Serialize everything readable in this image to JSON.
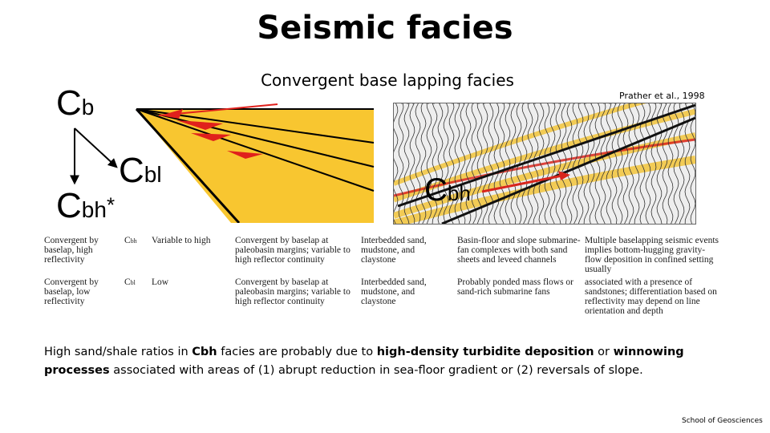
{
  "slide": {
    "title": "Seismic facies",
    "subtitle": "Convergent base lapping facies",
    "citation": "Prather et al., 1998",
    "footer": "School of Geosciences"
  },
  "diagram": {
    "cb_main": "C",
    "cb_sub": "b",
    "cbl_main": "C",
    "cbl_sub": "bl",
    "cbh_main": "C",
    "cbh_sub": "bh",
    "cbh_mark": "*",
    "seismic_label_main": "C",
    "seismic_label_sub": "bh"
  },
  "table": {
    "rows": [
      {
        "facies": "Convergent by baselap, high reflectivity",
        "code": "Cbh",
        "code_main": "C",
        "code_sub": "bh",
        "reflectivity": "Variable to high",
        "geometry": "Convergent by baselap at paleobasin margins; variable to high reflector continuity",
        "lithology": "Interbedded sand, mudstone, and claystone",
        "environment": "Basin-floor and slope submarine-fan complexes with both sand sheets and leveed channels",
        "interpretation": "Multiple baselapping seismic events implies bottom-hugging gravity-flow deposition in confined setting usually"
      },
      {
        "facies": "Convergent by baselap, low reflectivity",
        "code": "Cbl",
        "code_main": "C",
        "code_sub": "bl",
        "reflectivity": "Low",
        "geometry": "Convergent by baselap at paleobasin margins; variable to high reflector continuity",
        "lithology": "Interbedded sand, mudstone, and claystone",
        "environment": "Probably ponded mass flows or sand-rich submarine fans",
        "interpretation": "associated with a presence of sandstones; differentiation based on reflectivity may depend on line orientation and depth"
      }
    ]
  },
  "body": {
    "p1": "High sand/shale ratios in ",
    "p2": "Cbh",
    "p3": " facies are probably due to ",
    "p4": "high-density turbidite deposition",
    "p5": " or ",
    "p6": "winnowing processes",
    "p7": " associated with areas of (1) abrupt reduction in sea-floor gradient or (2) reversals of slope."
  },
  "colors": {
    "wedge_fill": "#f8c630",
    "arrow_red": "#e0201c",
    "seismic_yellow": "#f2c43a",
    "seismic_red": "#d9261c"
  }
}
